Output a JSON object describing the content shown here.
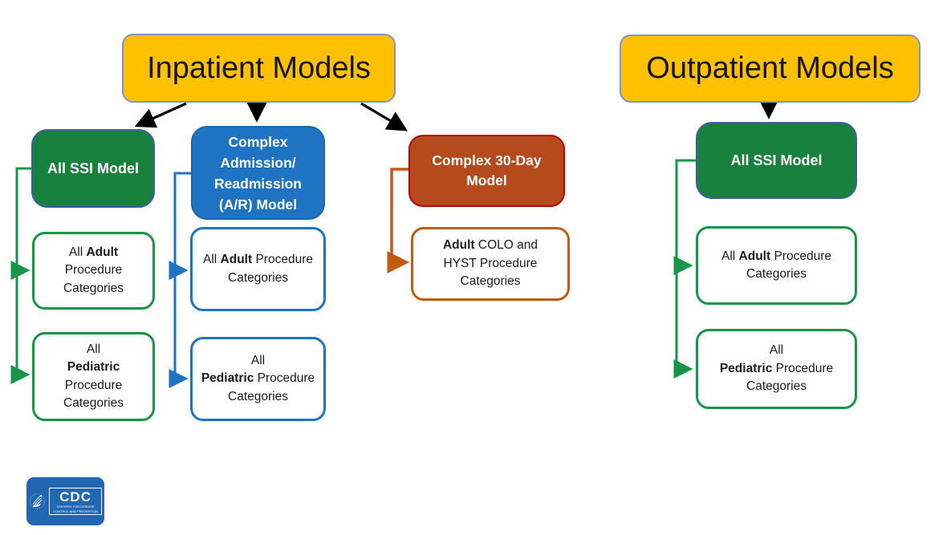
{
  "colors": {
    "gold": "#FFC000",
    "gold_border": "#8096C8",
    "green_fill": "#17813D",
    "green_line": "#189548",
    "green_box_border": "#3C5EA8",
    "blue_fill": "#1E73C2",
    "orange_fill": "#B54A1D",
    "orange_box_border": "#C00000",
    "orange_line": "#C45A11",
    "arrow_black": "#000000",
    "cdc_blue": "#2267B1"
  },
  "inpatient": {
    "title": "Inpatient Models",
    "models": [
      {
        "name": "All SSI Model",
        "cards": [
          {
            "lines": [
              [
                {
                  "t": "All ",
                  "b": false
                },
                {
                  "t": "Adult",
                  "b": true
                }
              ],
              [
                {
                  "t": "Procedure",
                  "b": false
                }
              ],
              [
                {
                  "t": "Categories",
                  "b": false
                }
              ]
            ]
          },
          {
            "lines": [
              [
                {
                  "t": "All",
                  "b": false
                }
              ],
              [
                {
                  "t": "Pediatric",
                  "b": true
                }
              ],
              [
                {
                  "t": "Procedure",
                  "b": false
                }
              ],
              [
                {
                  "t": "Categories",
                  "b": false
                }
              ]
            ]
          }
        ]
      },
      {
        "name": "Complex\nAdmission/\nReadmission\n(A/R) Model",
        "cards": [
          {
            "lines": [
              [
                {
                  "t": "All ",
                  "b": false
                },
                {
                  "t": "Adult",
                  "b": true
                },
                {
                  "t": " Procedure",
                  "b": false
                }
              ],
              [
                {
                  "t": "Categories",
                  "b": false
                }
              ]
            ]
          },
          {
            "lines": [
              [
                {
                  "t": "All",
                  "b": false
                }
              ],
              [
                {
                  "t": "Pediatric",
                  "b": true
                },
                {
                  "t": " Procedure",
                  "b": false
                }
              ],
              [
                {
                  "t": "Categories",
                  "b": false
                }
              ]
            ]
          }
        ]
      },
      {
        "name": "Complex 30-Day\nModel",
        "cards": [
          {
            "lines": [
              [
                {
                  "t": "Adult",
                  "b": true
                },
                {
                  "t": " COLO and",
                  "b": false
                }
              ],
              [
                {
                  "t": "HYST Procedure",
                  "b": false
                }
              ],
              [
                {
                  "t": "Categories",
                  "b": false
                }
              ]
            ]
          }
        ]
      }
    ]
  },
  "outpatient": {
    "title": "Outpatient Models",
    "models": [
      {
        "name": "All SSI Model",
        "cards": [
          {
            "lines": [
              [
                {
                  "t": "All ",
                  "b": false
                },
                {
                  "t": "Adult",
                  "b": true
                },
                {
                  "t": " Procedure",
                  "b": false
                }
              ],
              [
                {
                  "t": "Categories",
                  "b": false
                }
              ]
            ]
          },
          {
            "lines": [
              [
                {
                  "t": "All",
                  "b": false
                }
              ],
              [
                {
                  "t": "Pediatric",
                  "b": true
                },
                {
                  "t": " Procedure",
                  "b": false
                }
              ],
              [
                {
                  "t": "Categories",
                  "b": false
                }
              ]
            ]
          }
        ]
      }
    ]
  },
  "logo": {
    "acronym": "CDC",
    "tagline_line1": "CENTERS FOR DISEASE",
    "tagline_line2": "CONTROL AND PREVENTION"
  }
}
